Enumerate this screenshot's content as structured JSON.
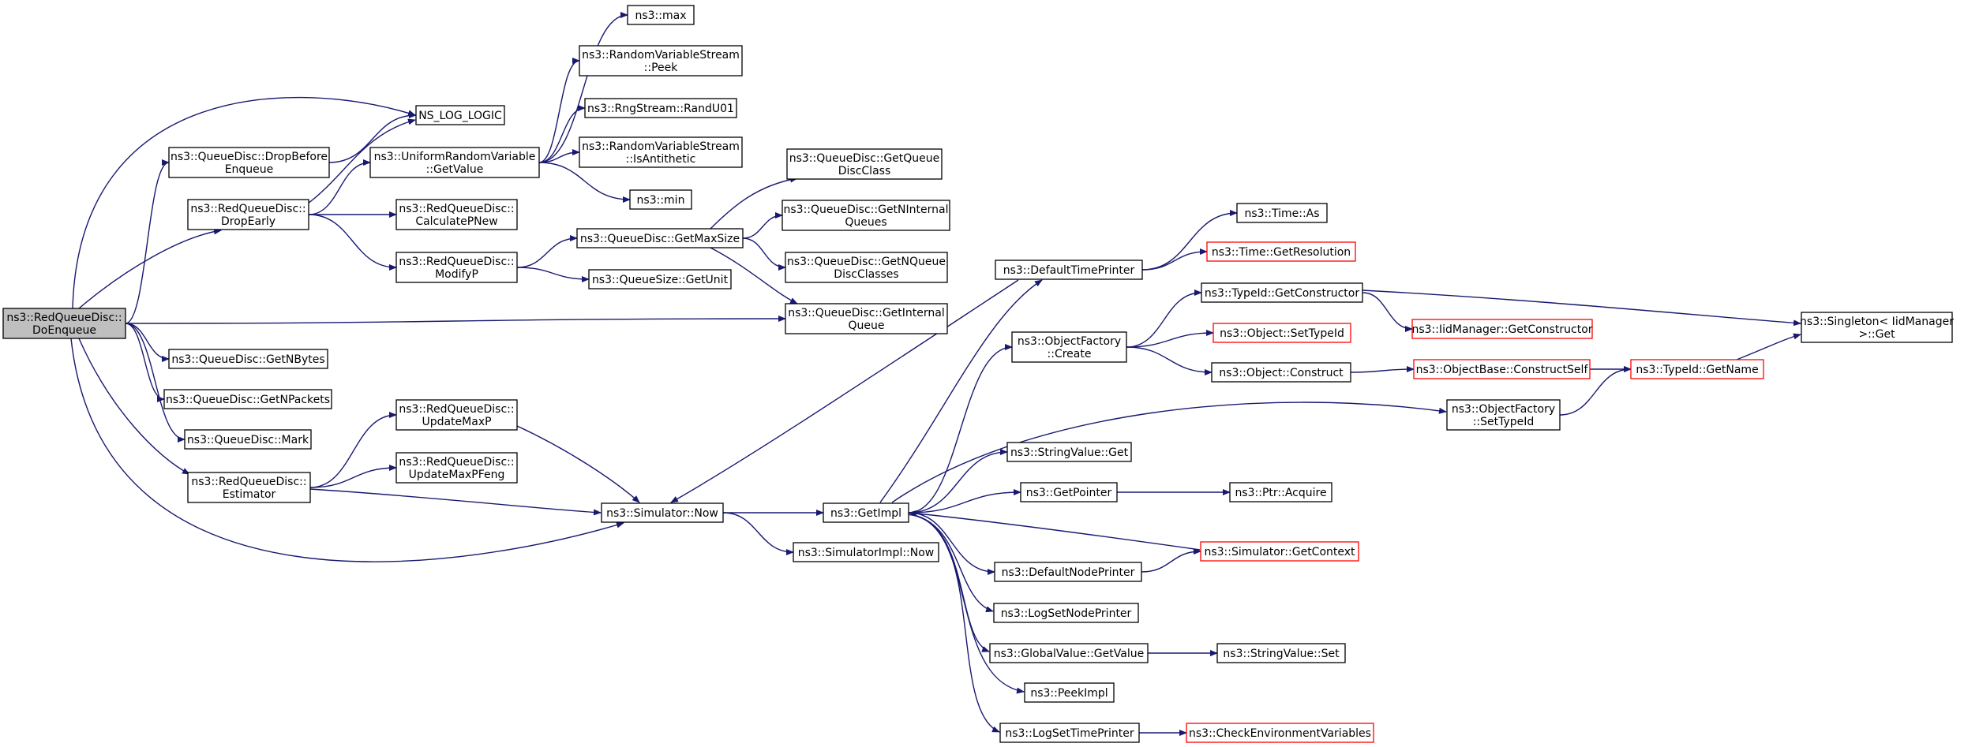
{
  "colors": {
    "edge": "#191970",
    "node_border": "#000000",
    "incomplete_border": "#ff0000",
    "root_fill": "#bfbfbf",
    "node_fill": "#ffffff"
  },
  "nodes": [
    {
      "id": "doenqueue",
      "lines": [
        "ns3::RedQueueDisc::",
        "DoEnqueue"
      ],
      "style": "root"
    },
    {
      "id": "ns_log_logic",
      "lines": [
        "NS_LOG_LOGIC"
      ],
      "style": "normal"
    },
    {
      "id": "drop_before_enqueue",
      "lines": [
        "ns3::QueueDisc::DropBefore",
        "Enqueue"
      ],
      "style": "normal"
    },
    {
      "id": "drop_early",
      "lines": [
        "ns3::RedQueueDisc::",
        "DropEarly"
      ],
      "style": "normal"
    },
    {
      "id": "get_nbytes",
      "lines": [
        "ns3::QueueDisc::GetNBytes"
      ],
      "style": "normal"
    },
    {
      "id": "get_npackets",
      "lines": [
        "ns3::QueueDisc::GetNPackets"
      ],
      "style": "normal"
    },
    {
      "id": "mark",
      "lines": [
        "ns3::QueueDisc::Mark"
      ],
      "style": "normal"
    },
    {
      "id": "estimator",
      "lines": [
        "ns3::RedQueueDisc::",
        "Estimator"
      ],
      "style": "normal"
    },
    {
      "id": "uniform_get_value",
      "lines": [
        "ns3::UniformRandomVariable",
        "::GetValue"
      ],
      "style": "normal"
    },
    {
      "id": "calculate_pnew",
      "lines": [
        "ns3::RedQueueDisc::",
        "CalculatePNew"
      ],
      "style": "normal"
    },
    {
      "id": "modify_p",
      "lines": [
        "ns3::RedQueueDisc::",
        "ModifyP"
      ],
      "style": "normal"
    },
    {
      "id": "update_max_p",
      "lines": [
        "ns3::RedQueueDisc::",
        "UpdateMaxP"
      ],
      "style": "normal"
    },
    {
      "id": "update_max_p_feng",
      "lines": [
        "ns3::RedQueueDisc::",
        "UpdateMaxPFeng"
      ],
      "style": "normal"
    },
    {
      "id": "max",
      "lines": [
        "ns3::max"
      ],
      "style": "normal"
    },
    {
      "id": "rvs_peek",
      "lines": [
        "ns3::RandomVariableStream",
        "::Peek"
      ],
      "style": "normal"
    },
    {
      "id": "rand_u01",
      "lines": [
        "ns3::RngStream::RandU01"
      ],
      "style": "normal"
    },
    {
      "id": "rvs_is_antithetic",
      "lines": [
        "ns3::RandomVariableStream",
        "::IsAntithetic"
      ],
      "style": "normal"
    },
    {
      "id": "min",
      "lines": [
        "ns3::min"
      ],
      "style": "normal"
    },
    {
      "id": "get_max_size",
      "lines": [
        "ns3::QueueDisc::GetMaxSize"
      ],
      "style": "normal"
    },
    {
      "id": "get_unit",
      "lines": [
        "ns3::QueueSize::GetUnit"
      ],
      "style": "normal"
    },
    {
      "id": "simulator_now",
      "lines": [
        "ns3::Simulator::Now"
      ],
      "style": "normal"
    },
    {
      "id": "get_queue_disc_class",
      "lines": [
        "ns3::QueueDisc::GetQueue",
        "DiscClass"
      ],
      "style": "normal"
    },
    {
      "id": "get_n_internal_queues",
      "lines": [
        "ns3::QueueDisc::GetNInternal",
        "Queues"
      ],
      "style": "normal"
    },
    {
      "id": "get_n_queue_disc_classes",
      "lines": [
        "ns3::QueueDisc::GetNQueue",
        "DiscClasses"
      ],
      "style": "normal"
    },
    {
      "id": "get_internal_queue",
      "lines": [
        "ns3::QueueDisc::GetInternal",
        "Queue"
      ],
      "style": "normal"
    },
    {
      "id": "get_impl",
      "lines": [
        "ns3::GetImpl"
      ],
      "style": "normal"
    },
    {
      "id": "simulator_impl_now",
      "lines": [
        "ns3::SimulatorImpl::Now"
      ],
      "style": "normal"
    },
    {
      "id": "default_time_printer",
      "lines": [
        "ns3::DefaultTimePrinter"
      ],
      "style": "normal"
    },
    {
      "id": "object_factory_create",
      "lines": [
        "ns3::ObjectFactory",
        "::Create"
      ],
      "style": "normal"
    },
    {
      "id": "string_value_get",
      "lines": [
        "ns3::StringValue::Get"
      ],
      "style": "normal"
    },
    {
      "id": "get_pointer",
      "lines": [
        "ns3::GetPointer"
      ],
      "style": "normal"
    },
    {
      "id": "default_node_printer",
      "lines": [
        "ns3::DefaultNodePrinter"
      ],
      "style": "normal"
    },
    {
      "id": "log_set_node_printer",
      "lines": [
        "ns3::LogSetNodePrinter"
      ],
      "style": "normal"
    },
    {
      "id": "global_value_get_value",
      "lines": [
        "ns3::GlobalValue::GetValue"
      ],
      "style": "normal"
    },
    {
      "id": "peek_impl",
      "lines": [
        "ns3::PeekImpl"
      ],
      "style": "normal"
    },
    {
      "id": "log_set_time_printer",
      "lines": [
        "ns3::LogSetTimePrinter"
      ],
      "style": "normal"
    },
    {
      "id": "time_as",
      "lines": [
        "ns3::Time::As"
      ],
      "style": "normal"
    },
    {
      "id": "time_get_resolution",
      "lines": [
        "ns3::Time::GetResolution"
      ],
      "style": "incomplete"
    },
    {
      "id": "typeid_get_constructor",
      "lines": [
        "ns3::TypeId::GetConstructor"
      ],
      "style": "normal"
    },
    {
      "id": "object_set_type_id",
      "lines": [
        "ns3::Object::SetTypeId"
      ],
      "style": "incomplete"
    },
    {
      "id": "object_construct",
      "lines": [
        "ns3::Object::Construct"
      ],
      "style": "normal"
    },
    {
      "id": "object_factory_set_type_id",
      "lines": [
        "ns3::ObjectFactory",
        "::SetTypeId"
      ],
      "style": "normal"
    },
    {
      "id": "ptr_acquire",
      "lines": [
        "ns3::Ptr::Acquire"
      ],
      "style": "normal"
    },
    {
      "id": "simulator_get_context",
      "lines": [
        "ns3::Simulator::GetContext"
      ],
      "style": "incomplete"
    },
    {
      "id": "string_value_set",
      "lines": [
        "ns3::StringValue::Set"
      ],
      "style": "normal"
    },
    {
      "id": "check_environment_variables",
      "lines": [
        "ns3::CheckEnvironmentVariables"
      ],
      "style": "incomplete"
    },
    {
      "id": "iid_manager_get_constructor",
      "lines": [
        "ns3::IidManager::GetConstructor"
      ],
      "style": "incomplete"
    },
    {
      "id": "object_base_construct_self",
      "lines": [
        "ns3::ObjectBase::ConstructSelf"
      ],
      "style": "incomplete"
    },
    {
      "id": "typeid_get_name",
      "lines": [
        "ns3::TypeId::GetName"
      ],
      "style": "incomplete"
    },
    {
      "id": "singleton_get",
      "lines": [
        "ns3::Singleton< IidManager",
        " >::Get"
      ],
      "style": "normal"
    }
  ],
  "edges": [
    [
      "doenqueue",
      "ns_log_logic"
    ],
    [
      "doenqueue",
      "drop_before_enqueue"
    ],
    [
      "doenqueue",
      "drop_early"
    ],
    [
      "doenqueue",
      "get_internal_queue"
    ],
    [
      "doenqueue",
      "get_nbytes"
    ],
    [
      "doenqueue",
      "get_npackets"
    ],
    [
      "doenqueue",
      "mark"
    ],
    [
      "doenqueue",
      "estimator"
    ],
    [
      "doenqueue",
      "simulator_now"
    ],
    [
      "drop_before_enqueue",
      "ns_log_logic"
    ],
    [
      "drop_early",
      "ns_log_logic"
    ],
    [
      "drop_early",
      "uniform_get_value"
    ],
    [
      "drop_early",
      "calculate_pnew"
    ],
    [
      "drop_early",
      "modify_p"
    ],
    [
      "uniform_get_value",
      "max"
    ],
    [
      "uniform_get_value",
      "rvs_peek"
    ],
    [
      "uniform_get_value",
      "rand_u01"
    ],
    [
      "uniform_get_value",
      "rvs_is_antithetic"
    ],
    [
      "uniform_get_value",
      "min"
    ],
    [
      "modify_p",
      "get_max_size"
    ],
    [
      "modify_p",
      "get_unit"
    ],
    [
      "get_max_size",
      "get_queue_disc_class"
    ],
    [
      "get_max_size",
      "get_n_internal_queues"
    ],
    [
      "get_max_size",
      "get_n_queue_disc_classes"
    ],
    [
      "get_max_size",
      "get_internal_queue"
    ],
    [
      "estimator",
      "update_max_p"
    ],
    [
      "estimator",
      "update_max_p_feng"
    ],
    [
      "estimator",
      "simulator_now"
    ],
    [
      "update_max_p",
      "simulator_now"
    ],
    [
      "simulator_now",
      "get_impl"
    ],
    [
      "simulator_now",
      "simulator_impl_now"
    ],
    [
      "get_impl",
      "default_time_printer"
    ],
    [
      "get_impl",
      "object_factory_create"
    ],
    [
      "get_impl",
      "object_factory_set_type_id"
    ],
    [
      "get_impl",
      "string_value_get"
    ],
    [
      "get_impl",
      "get_pointer"
    ],
    [
      "get_impl",
      "default_node_printer"
    ],
    [
      "get_impl",
      "log_set_node_printer"
    ],
    [
      "get_impl",
      "global_value_get_value"
    ],
    [
      "get_impl",
      "peek_impl"
    ],
    [
      "get_impl",
      "log_set_time_printer"
    ],
    [
      "default_time_printer",
      "time_as"
    ],
    [
      "default_time_printer",
      "time_get_resolution"
    ],
    [
      "default_time_printer",
      "simulator_now"
    ],
    [
      "object_factory_create",
      "typeid_get_constructor"
    ],
    [
      "object_factory_create",
      "object_set_type_id"
    ],
    [
      "object_factory_create",
      "object_construct"
    ],
    [
      "typeid_get_constructor",
      "iid_manager_get_constructor"
    ],
    [
      "typeid_get_constructor",
      "singleton_get"
    ],
    [
      "object_construct",
      "object_base_construct_self"
    ],
    [
      "object_base_construct_self",
      "typeid_get_name"
    ],
    [
      "object_factory_set_type_id",
      "typeid_get_name"
    ],
    [
      "typeid_get_name",
      "singleton_get"
    ],
    [
      "get_pointer",
      "ptr_acquire"
    ],
    [
      "default_node_printer",
      "simulator_get_context"
    ],
    [
      "simulator_get_context",
      "get_impl"
    ],
    [
      "global_value_get_value",
      "string_value_set"
    ],
    [
      "log_set_time_printer",
      "check_environment_variables"
    ]
  ]
}
